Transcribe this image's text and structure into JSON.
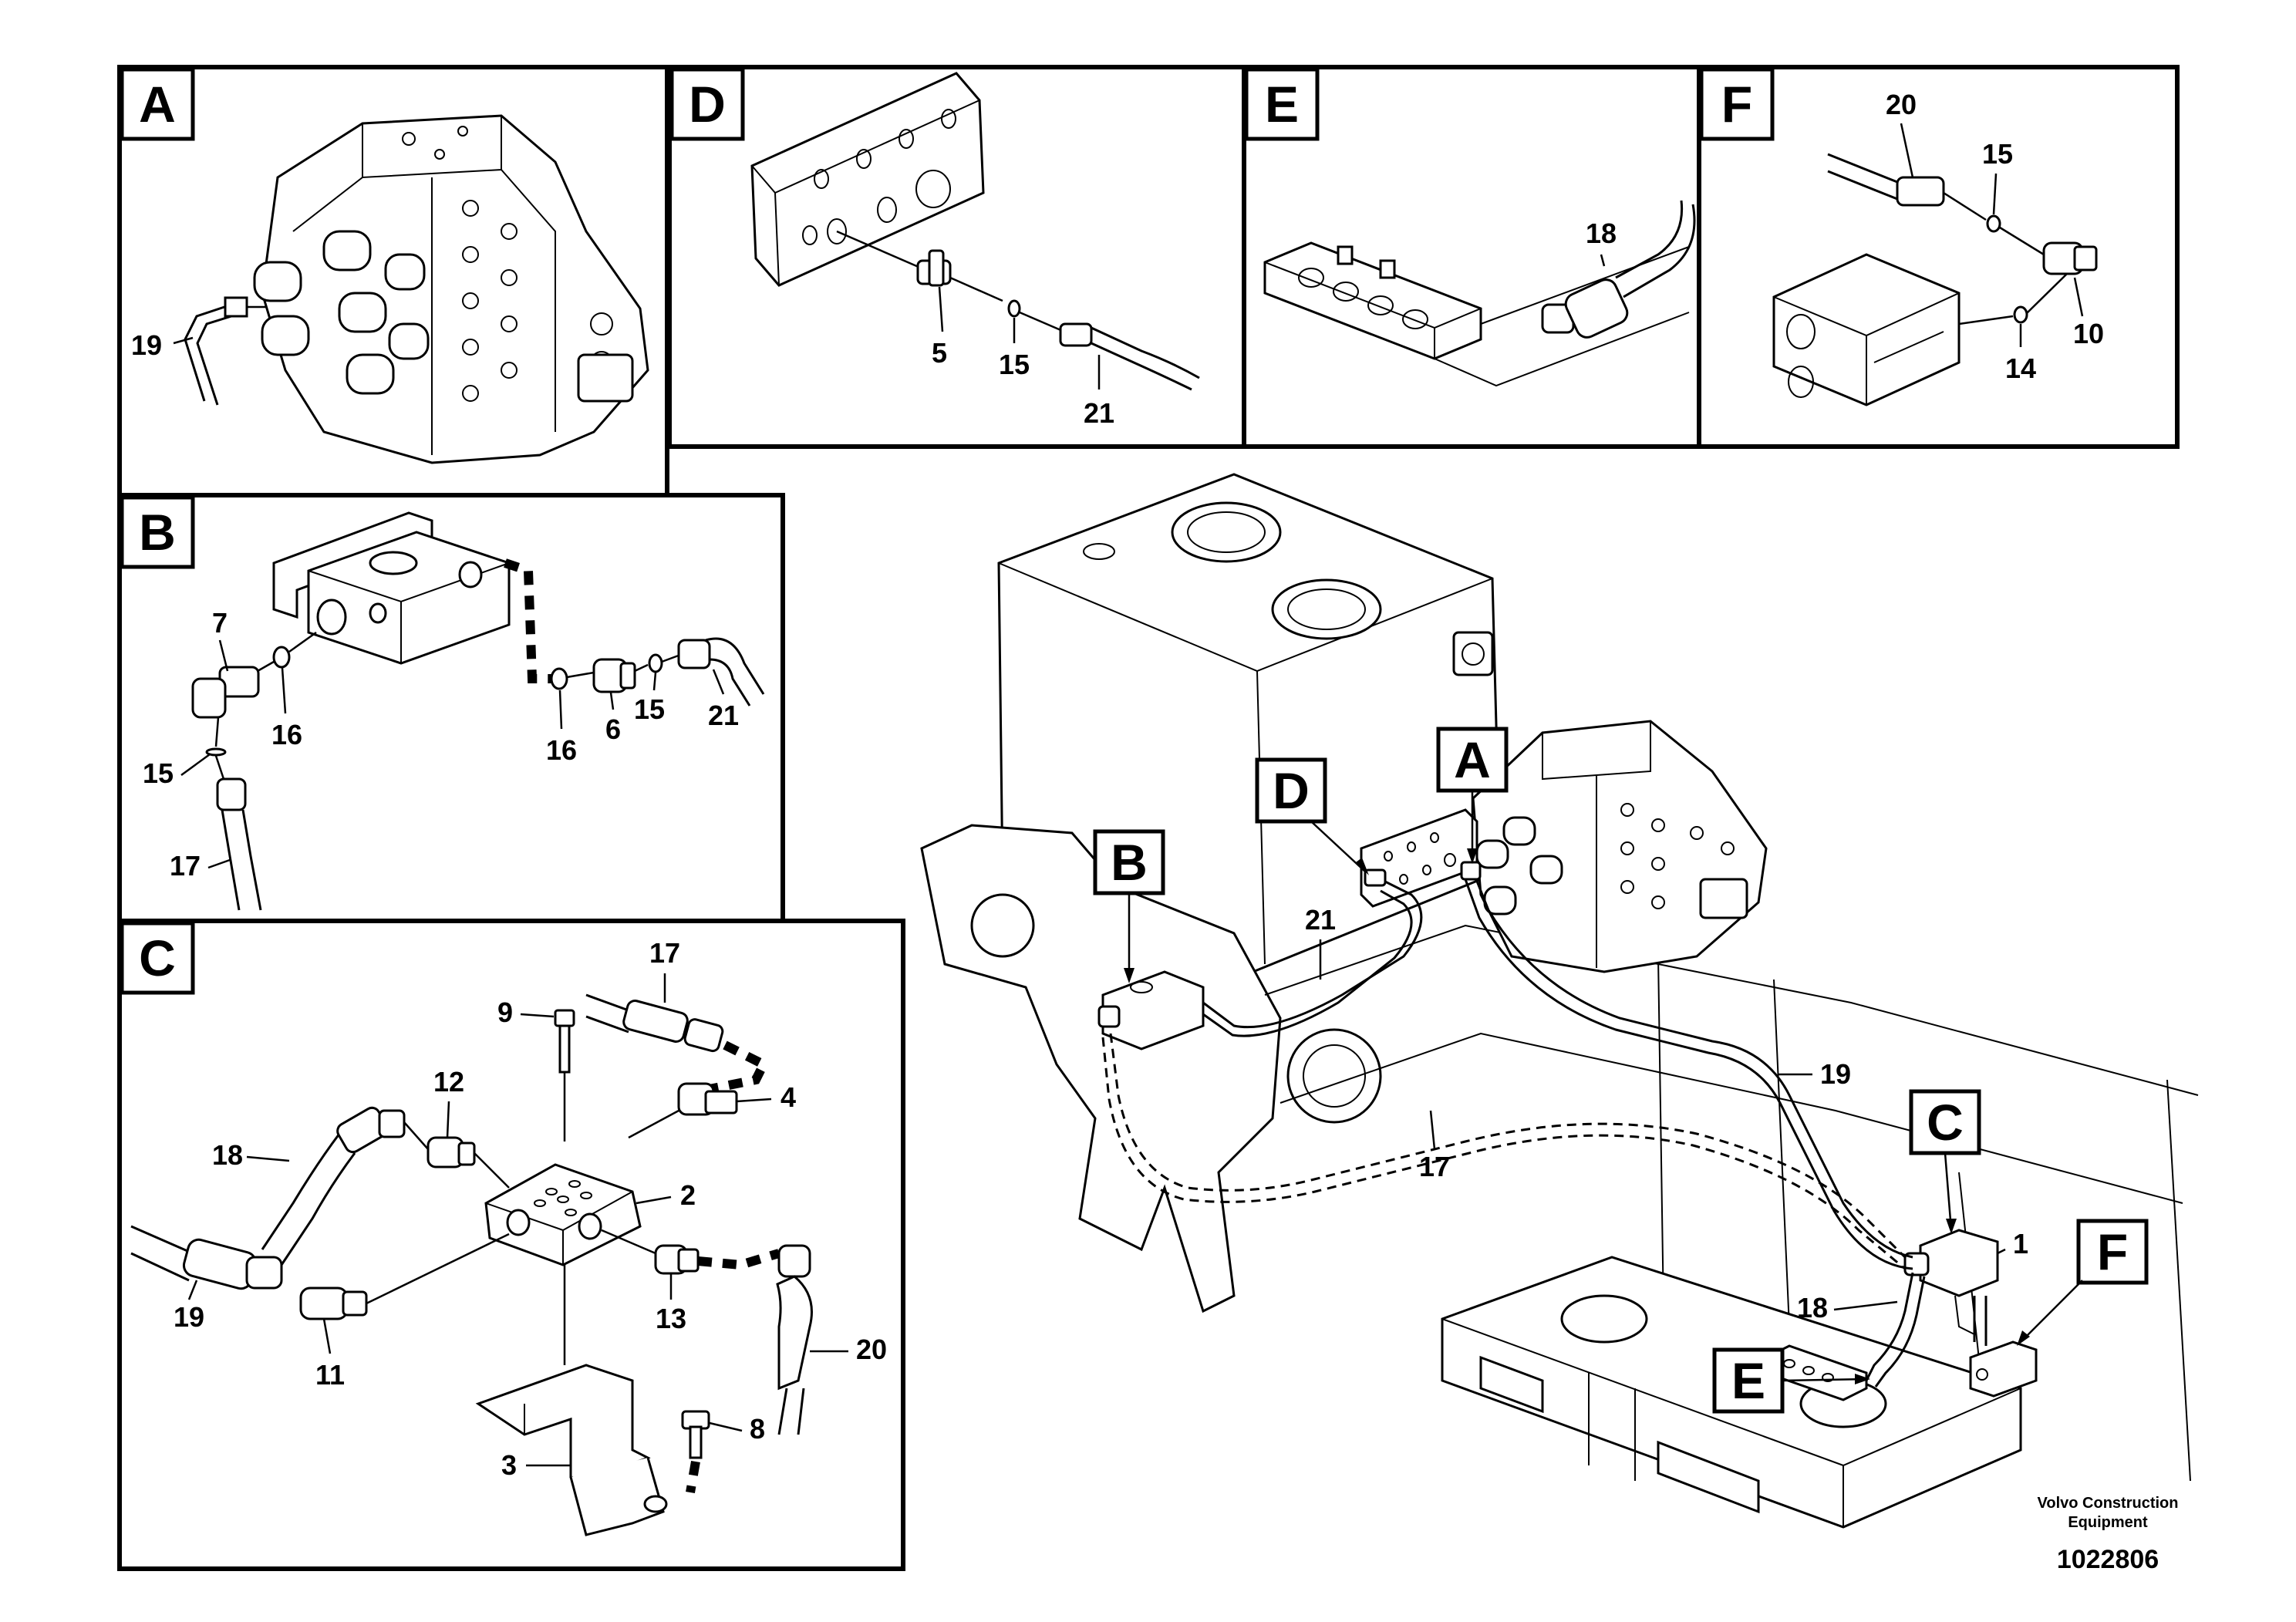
{
  "panels": [
    {
      "id": "A",
      "label": "A"
    },
    {
      "id": "D",
      "label": "D"
    },
    {
      "id": "E",
      "label": "E"
    },
    {
      "id": "F",
      "label": "F"
    },
    {
      "id": "B",
      "label": "B"
    },
    {
      "id": "C",
      "label": "C"
    }
  ],
  "main_view_labels": {
    "A": "A",
    "B": "B",
    "C": "C",
    "D": "D",
    "E": "E",
    "F": "F"
  },
  "callouts": {
    "a_19": "19",
    "d_5": "5",
    "d_15": "15",
    "d_21": "21",
    "e_18": "18",
    "f_20": "20",
    "f_15": "15",
    "f_10": "10",
    "f_14": "14",
    "b_7": "7",
    "b_16a": "16",
    "b_15a": "15",
    "b_17": "17",
    "b_16b": "16",
    "b_6": "6",
    "b_15b": "15",
    "b_21": "21",
    "c_17": "17",
    "c_9": "9",
    "c_12": "12",
    "c_4": "4",
    "c_18": "18",
    "c_2": "2",
    "c_19": "19",
    "c_11": "11",
    "c_13": "13",
    "c_20": "20",
    "c_8": "8",
    "c_3": "3",
    "m_21": "21",
    "m_19": "19",
    "m_17": "17",
    "m_1": "1",
    "m_18": "18"
  },
  "footer": {
    "brand_line1": "Volvo Construction",
    "brand_line2": "Equipment",
    "drawing_number": "1022806"
  }
}
